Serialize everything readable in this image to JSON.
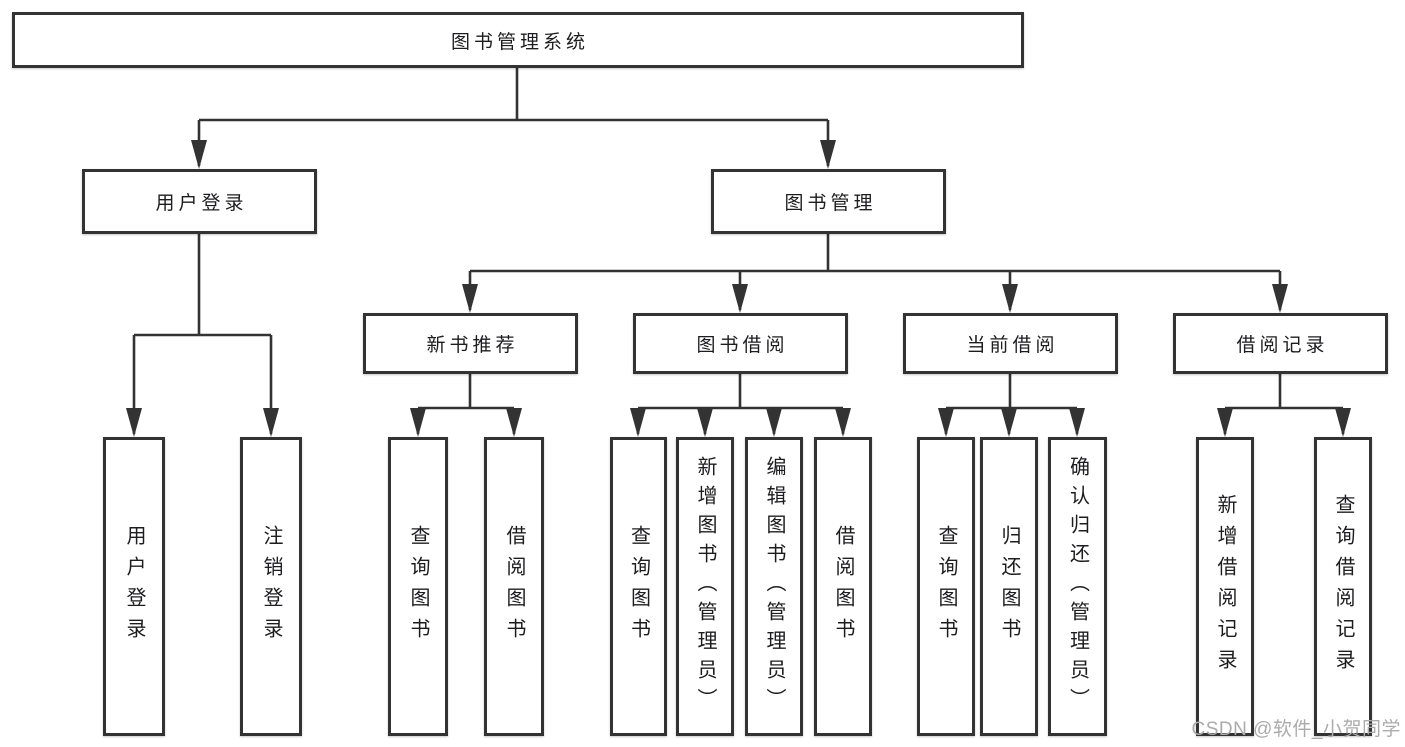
{
  "tree": {
    "root": {
      "label": "图书管理系统",
      "children": [
        {
          "label": "用户登录",
          "children": [
            {
              "label": "用户登录"
            },
            {
              "label": "注销登录"
            }
          ]
        },
        {
          "label": "图书管理",
          "children": [
            {
              "label": "新书推荐",
              "children": [
                {
                  "label": "查询图书"
                },
                {
                  "label": "借阅图书"
                }
              ]
            },
            {
              "label": "图书借阅",
              "children": [
                {
                  "label": "查询图书"
                },
                {
                  "label": "新增图书（管理员）"
                },
                {
                  "label": "编辑图书（管理员）"
                },
                {
                  "label": "借阅图书"
                }
              ]
            },
            {
              "label": "当前借阅",
              "children": [
                {
                  "label": "查询图书"
                },
                {
                  "label": "归还图书"
                },
                {
                  "label": "确认归还（管理员）"
                }
              ]
            },
            {
              "label": "借阅记录",
              "children": [
                {
                  "label": "新增借阅记录"
                },
                {
                  "label": "查询借阅记录"
                }
              ]
            }
          ]
        }
      ]
    }
  },
  "watermark": "CSDN @软件_小贺同学",
  "colors": {
    "line": "#333333",
    "box_border": "#333333",
    "text": "#1d1d1f",
    "watermark": "#ababab",
    "background": "#ffffff"
  }
}
